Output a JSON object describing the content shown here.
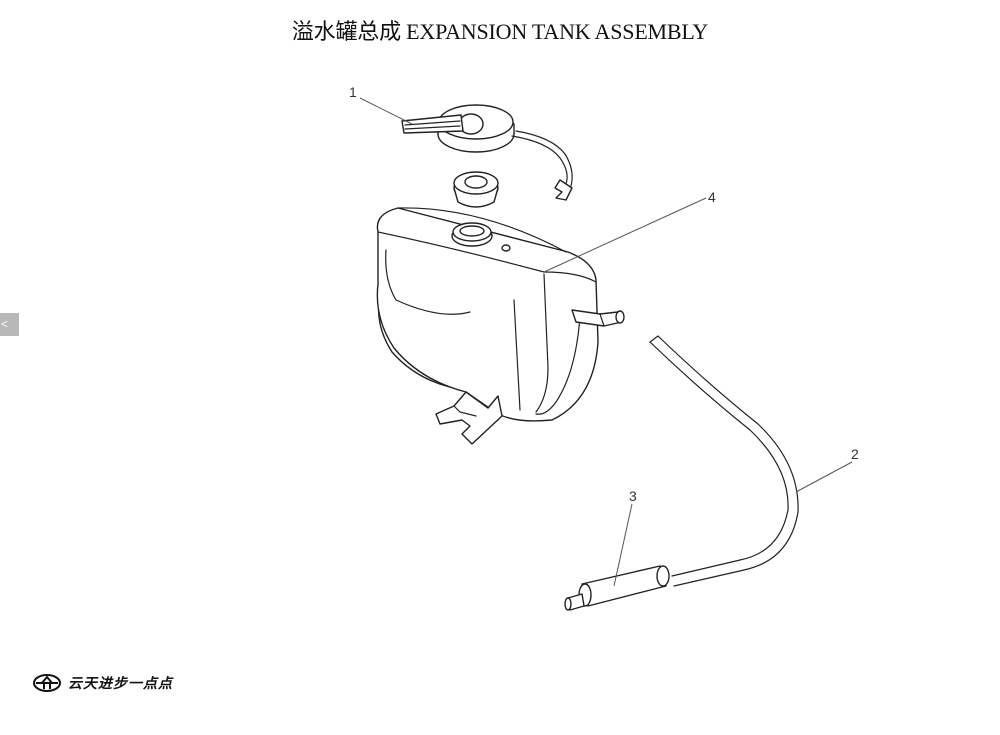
{
  "title": "溢水罐总成 EXPANSION TANK ASSEMBLY",
  "callouts": {
    "c1": "1",
    "c2": "2",
    "c3": "3",
    "c4": "4"
  },
  "parts": [
    {
      "number": "1",
      "name": "tank-cap-with-tether"
    },
    {
      "number": "2",
      "name": "overflow-hose"
    },
    {
      "number": "3",
      "name": "hose-end-fitting"
    },
    {
      "number": "4",
      "name": "expansion-tank"
    }
  ],
  "edge_tab": "<",
  "footer": {
    "brand": "云天进步一点点"
  }
}
